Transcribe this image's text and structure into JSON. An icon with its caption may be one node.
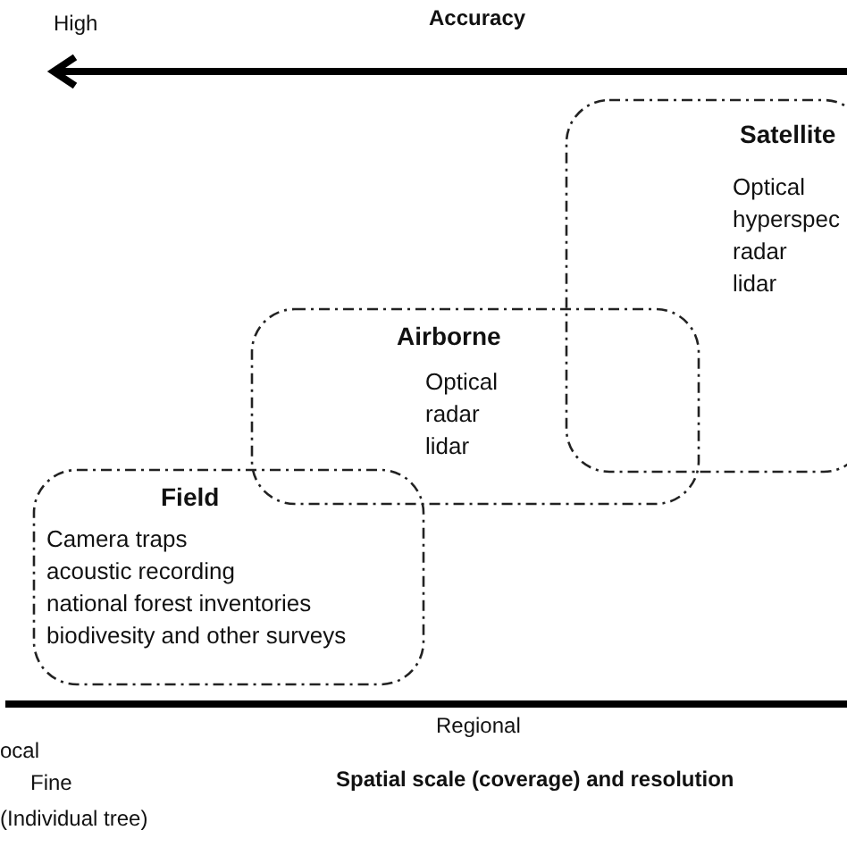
{
  "diagram": {
    "nodes": [
      {
        "text": [
          "Satellite",
          "Optical",
          "hyperspec",
          "radar",
          "lidar"
        ]
      },
      {
        "text": [
          "Airborne",
          "Optical",
          "radar",
          "lidar"
        ]
      },
      {
        "text": [
          "Field",
          "Camera traps",
          "acoustic recording",
          "national forest inventories",
          "biodivesity and other surveys"
        ]
      }
    ],
    "edges": [],
    "labels": [
      "High",
      "Accuracy",
      "Regional",
      "ocal",
      "Fine",
      "(Individual tree)",
      "Spatial scale (coverage) and resolution"
    ]
  }
}
